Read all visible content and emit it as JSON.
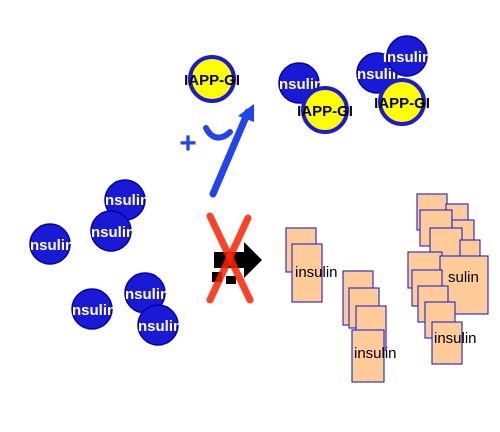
{
  "labels": {
    "insulin": "insulin",
    "iapp": "IAPP-GI",
    "fibril_partial": "sulin",
    "plus": "+"
  },
  "colors": {
    "insulin_fill": "#1a1ad6",
    "iapp_fill": "#ffff00",
    "iapp_stroke": "#1a1ad6",
    "fibril_fill": "#ffcc99",
    "fibril_stroke": "#3333cc",
    "arrow_blue": "#2244ee",
    "cross_red": "#ff2200",
    "arrow_black": "#000000"
  },
  "legend": [],
  "icons": {
    "blocked": "blocked-arrow-icon",
    "binding": "curved-arrow-icon"
  }
}
